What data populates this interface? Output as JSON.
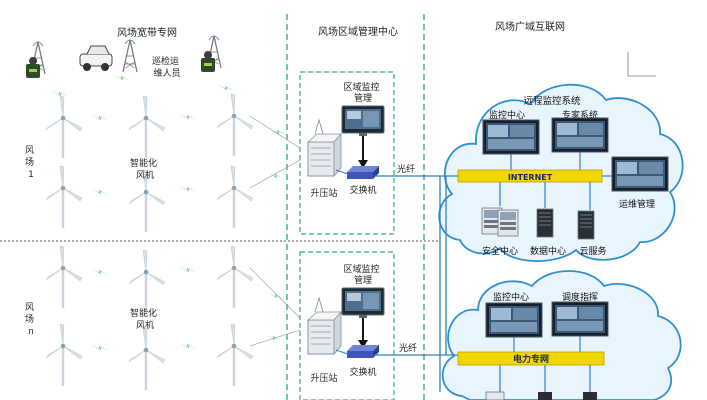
{
  "titles": {
    "broadband": "风场宽带专网",
    "regional": "风场区域管理中心",
    "wan": "风场广域互联网"
  },
  "farm1": {
    "label": [
      "风",
      "场",
      "1"
    ],
    "turbine_label": [
      "智能化",
      "风机"
    ],
    "patrol_label": [
      "巡检运",
      "维人员"
    ],
    "station_label": "升压站",
    "monitor_label": [
      "区域监控",
      "管理"
    ],
    "switch_label": "交换机",
    "fiber_label": "光纤"
  },
  "farmN": {
    "label": [
      "风",
      "场",
      "n"
    ],
    "turbine_label": [
      "智能化",
      "风机"
    ],
    "station_label": "升压站",
    "monitor_label": [
      "区域监控",
      "管理"
    ],
    "switch_label": "交换机",
    "fiber_label": "光纤"
  },
  "cloud1": {
    "title": "远程监控系统",
    "items": [
      "监控中心",
      "专家系统"
    ],
    "bus": "INTERNET",
    "ops": "运维管理",
    "bottom": [
      "安全中心",
      "数据中心",
      "云服务"
    ]
  },
  "cloud2": {
    "items": [
      "监控中心",
      "调度指挥"
    ],
    "bus": "电力专网"
  },
  "colors": {
    "dashed_green": "#3aa98a",
    "link_green": "#27a545",
    "bus_yellow": "#f2d600",
    "cable_blue": "#2f7fc4",
    "cloud_edge": "#2f8fd0",
    "cloud_fill": "#e9f5fd"
  }
}
